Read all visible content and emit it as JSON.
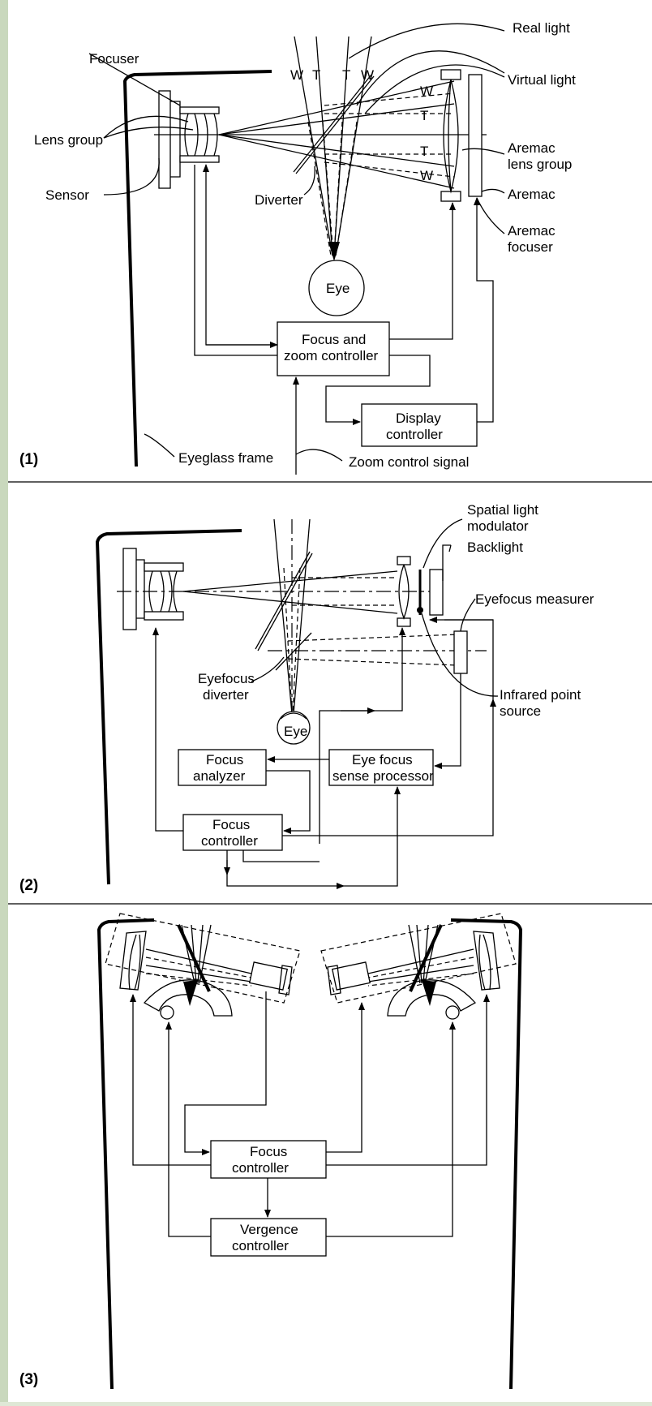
{
  "panels": [
    {
      "number": "(1)",
      "labels": {
        "real_light": "Real light",
        "focuser": "Focuser",
        "virtual_light": "Virtual light",
        "lens_group": "Lens group",
        "aremac_lens_group_1": "Aremac",
        "aremac_lens_group_2": "lens group",
        "sensor": "Sensor",
        "diverter": "Diverter",
        "aremac": "Aremac",
        "aremac_focuser_1": "Aremac",
        "aremac_focuser_2": "focuser",
        "eye": "Eye",
        "focus_zoom_controller_1": "Focus and",
        "focus_zoom_controller_2": "zoom controller",
        "display_controller_1": "Display",
        "display_controller_2": "controller",
        "eyeglass_frame": "Eyeglass frame",
        "zoom_control_signal": "Zoom control signal",
        "ray_w_left": "W",
        "ray_t_left": "T",
        "ray_t_right": "T",
        "ray_w_right": "W",
        "ray_w_top": "W",
        "ray_t_upper": "T",
        "ray_t_lower": "T",
        "ray_w_bottom": "W"
      }
    },
    {
      "number": "(2)",
      "labels": {
        "spatial_light_modulator_1": "Spatial light",
        "spatial_light_modulator_2": "modulator",
        "backlight": "Backlight",
        "eyefocus_measurer": "Eyefocus measurer",
        "eyefocus_diverter_1": "Eyefocus",
        "eyefocus_diverter_2": "diverter",
        "infrared_point_source_1": "Infrared point",
        "infrared_point_source_2": "source",
        "eye": "Eye",
        "focus_analyzer_1": "Focus",
        "focus_analyzer_2": "analyzer",
        "eye_focus_sense_processor_1": "Eye focus",
        "eye_focus_sense_processor_2": "sense processor",
        "focus_controller_1": "Focus",
        "focus_controller_2": "controller"
      }
    },
    {
      "number": "(3)",
      "labels": {
        "focus_controller_1": "Focus",
        "focus_controller_2": "controller",
        "vergence_controller_1": "Vergence",
        "vergence_controller_2": "controller"
      }
    }
  ]
}
